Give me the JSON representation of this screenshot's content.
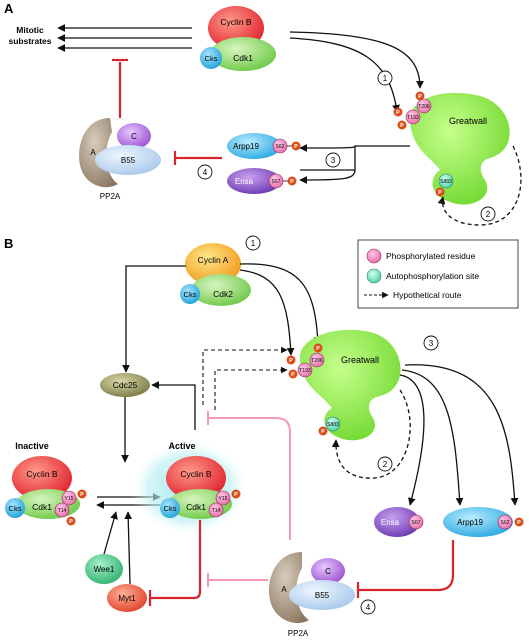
{
  "panel_a": {
    "letter": "A",
    "mitotic_substrates_line1": "Mitotic",
    "mitotic_substrates_line2": "substrates",
    "cyclin": "Cyclin B",
    "cdk": "Cdk1",
    "cks": "Cks",
    "greatwall": "Greatwall",
    "site_t206": "T206",
    "site_t193": "T193",
    "site_s883": "S883",
    "arpp19": "Arpp19",
    "arpp19_site": "S62",
    "ensa": "Ensa",
    "ensa_site": "S67",
    "pp2a": "PP2A",
    "pp2a_a": "A",
    "pp2a_c": "C",
    "b55": "B55",
    "step1": "1",
    "step2": "2",
    "step3": "3",
    "step4": "4"
  },
  "panel_b": {
    "letter": "B",
    "cyclin_a": "Cyclin A",
    "cdk2": "Cdk2",
    "cks": "Cks",
    "cdc25": "Cdc25",
    "inactive": "Inactive",
    "active": "Active",
    "cyclin_b": "Cyclin B",
    "cdk1": "Cdk1",
    "y15": "Y15",
    "t14": "T14",
    "wee1": "Wee1",
    "myt1": "Myt1",
    "greatwall": "Greatwall",
    "site_t206": "T206",
    "site_t193": "T193",
    "site_s883": "S883",
    "ensa": "Ensa",
    "ensa_site": "S67",
    "arpp19": "Arpp19",
    "arpp19_site": "S62",
    "pp2a": "PP2A",
    "pp2a_a": "A",
    "pp2a_c": "C",
    "b55": "B55",
    "step1": "1",
    "step2": "2",
    "step3": "3",
    "step4": "4"
  },
  "legend": {
    "phosphorylated": "Phosphorylated residue",
    "autophosphorylation": "Autophosphorylation site",
    "hypothetical": "Hypothetical route"
  },
  "p_label": "P",
  "colors": {
    "cyclin_b": "#e8323c",
    "cdk": "#8fd86a",
    "cks": "#3fb5e0",
    "greatwall": "#8ee84a",
    "pp2a_a": "#9a8872",
    "pp2a_c": "#b36fd8",
    "b55": "#b8d6f0",
    "phospho_site": "#f07fb8",
    "auto_site": "#6fe0c0",
    "p_dot": "#d94f1a",
    "inhibit": "#d6262c",
    "inhibit_light": "#f29ab8",
    "cyclin_a": "#f0b020",
    "cdc25": "#8a8a55",
    "ensa": "#7a46b8",
    "arpp19": "#33b5e8",
    "wee1": "#49c48a",
    "myt1": "#e5503a",
    "active_glow": "#9be6ea"
  }
}
